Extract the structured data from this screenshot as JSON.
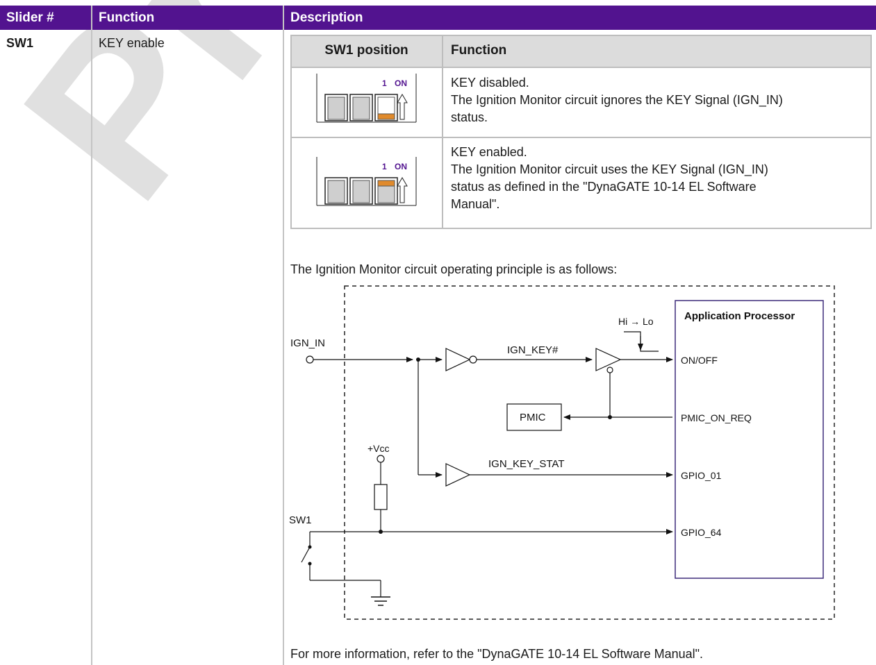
{
  "header": {
    "col1": "Slider #",
    "col2": "Function",
    "col3": "Description"
  },
  "row": {
    "slider": "SW1",
    "function": "KEY enable"
  },
  "inner_table": {
    "col1": "SW1 position",
    "col2": "Function",
    "rows": [
      {
        "switch_state": "off",
        "switch_label_num": "1",
        "switch_label_on": "ON",
        "lines": [
          "KEY disabled.",
          "The Ignition Monitor circuit ignores the KEY Signal (IGN_IN)",
          "status."
        ]
      },
      {
        "switch_state": "on",
        "switch_label_num": "1",
        "switch_label_on": "ON",
        "lines": [
          "KEY enabled.",
          "The Ignition Monitor circuit uses the KEY Signal (IGN_IN)",
          "status as defined in the \"DynaGATE 10-14 EL Software",
          "Manual\"."
        ]
      }
    ]
  },
  "intro_text": "The Ignition Monitor circuit operating principle is as follows:",
  "diagram": {
    "processor_title": "Application Processor",
    "ign_in": "IGN_IN",
    "ign_key": "IGN_KEY#",
    "hi_lo": "Hi → Lo",
    "on_off": "ON/OFF",
    "pmic": "PMIC",
    "pmic_on_req": "PMIC_ON_REQ",
    "vcc": "+Vcc",
    "ign_key_stat": "IGN_KEY_STAT",
    "gpio_01": "GPIO_01",
    "sw1": "SW1",
    "gpio_64": "GPIO_64"
  },
  "footer_text": "For more information, refer to the \"DynaGATE 10-14 EL Software Manual\".",
  "watermark": "Preliminary",
  "colors": {
    "header_bg": "#52138f",
    "switch_orange": "#e08a2c",
    "label_purple": "#52138f"
  }
}
